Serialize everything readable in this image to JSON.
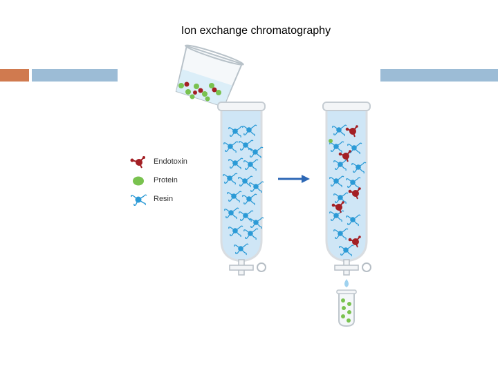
{
  "title": "Ion exchange chromatography",
  "legend": {
    "endotoxin": "Endotoxin",
    "protein": "Protein",
    "resin": "Resin"
  },
  "colors": {
    "accent_orange": "#d07a4f",
    "accent_blue": "#9cbcd6",
    "endotoxin": "#a31f24",
    "protein": "#79c24f",
    "resin": "#2b9ad6",
    "column_fill": "#cfe6f6",
    "arrow": "#2c67b5"
  },
  "icons": [
    "beaker",
    "column",
    "arrow-right",
    "collection-tube"
  ]
}
